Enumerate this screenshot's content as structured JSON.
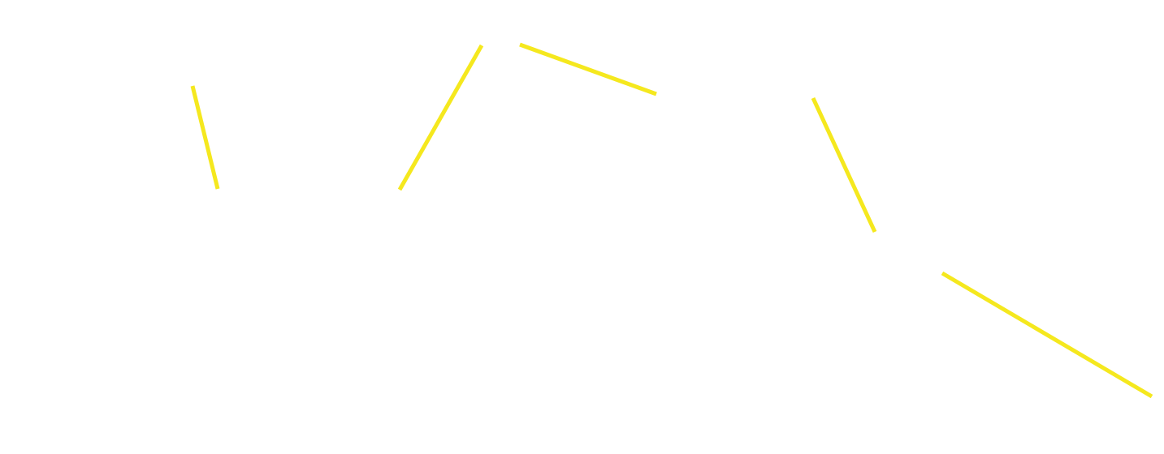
{
  "canvas": {
    "background": "#ffffff",
    "stroke_color": "#f5e81e"
  },
  "segments": [
    {
      "name": "segment-1"
    },
    {
      "name": "segment-2"
    },
    {
      "name": "segment-3"
    },
    {
      "name": "segment-4"
    },
    {
      "name": "segment-5"
    }
  ]
}
